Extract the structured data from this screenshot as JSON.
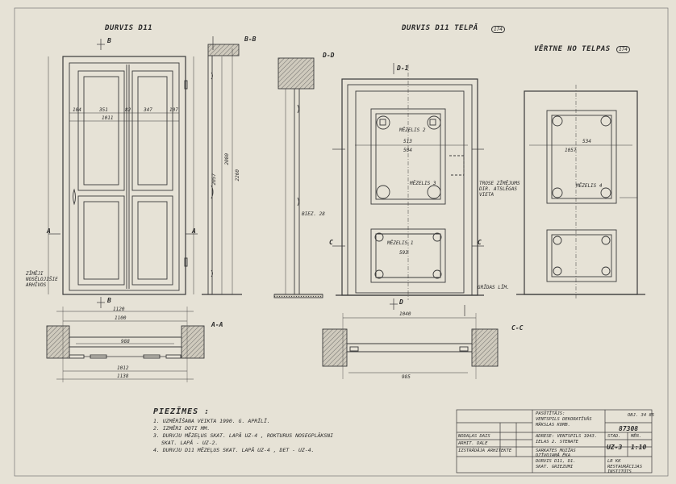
{
  "views": {
    "v1_title": "DURVIS D11",
    "v2_title": "DURVIS D11  TELPĀ",
    "v2_title_tag": "174",
    "v3_title": "VĒRTNE NO TELPAS",
    "v3_title_tag": "174"
  },
  "sections": {
    "bb": "B-B",
    "dd": "D-D",
    "aa": "A-A",
    "cc": "C-C",
    "b": "B",
    "d": "D",
    "d1": "D-1",
    "a": "A",
    "c": "C"
  },
  "dims": {
    "d1120": "1120",
    "d1100": "1100",
    "d988": "988",
    "d1012": "1012",
    "d1138": "1138",
    "d1040": "1040",
    "d985": "985",
    "d351": "351",
    "d82": "82",
    "d347": "347",
    "d1011": "1011",
    "d104": "104",
    "d107": "107",
    "d2057": "2057",
    "d2080": "2080",
    "d2260": "2260",
    "d513": "513",
    "d504": "504",
    "d534": "534",
    "d1057": "1057",
    "d593": "593"
  },
  "notes_dd": "BIEZ. 28",
  "side_note_left": "ZĪMĒJI NOSĒLOJIŠIE ARHĪVOS",
  "side_note_mid": "TROSE ZĪMĒJUMS DIR. ATSLĒGAS VIETA",
  "panel_labels": {
    "m1": "MĒZELIS 1",
    "m2": "MĒZELIS 2",
    "m3": "MĒZELIS 3",
    "m4": "MĒZELIS 4",
    "floor": "GRĪDAS LĪM."
  },
  "notes": {
    "heading": "PIEZĪMES :",
    "n1": "1. UZMĒRĪŠANA VEIKTA 1990. G. APRĪLĪ.",
    "n2": "2. IZMĒRI DOTI MM.",
    "n3": "3. DURVJU MĒZEĻUS SKAT. LAPĀ UZ-4 , ROKTURUS NOSEGPLĀKSNI",
    "n3b": "SKAT. LAPĀ - UZ-2.",
    "n4": "4. DURVJU D11 MĒZEĻUS SKAT. LAPĀ UZ-4 , DET - UZ-4."
  },
  "titleblock": {
    "sheet_no": "UZ-3",
    "archive_no": "87308",
    "scale": "1:10",
    "scale_label": "MĒR.",
    "stage_label": "STAD.",
    "org": "RESTAURĀCIJAS INSTITŪTS",
    "org_prefix": "LR KK",
    "project": "VENTSPILS DEKORATĪVĀS MĀKSLAS KOMB.",
    "project_prefix": "PASŪTĪTĀJS:",
    "address": "ADRESE: VENTSPILS 1943.",
    "address2": "IELAS 2. STENATE",
    "building": "SARKATES MUIŽAS",
    "building2": "DZĪVOJAMĀ ĒKA",
    "drawing": "DURVIS D11, D1.",
    "drawing2": "SKAT. GRIEZUMI",
    "row1": "NODAĻAS DAIS",
    "row2": "ARHIT. DALE",
    "row3": "IZSTRĀDĀJA ARHITEKTE",
    "corner": "OBJ. 34 85"
  }
}
